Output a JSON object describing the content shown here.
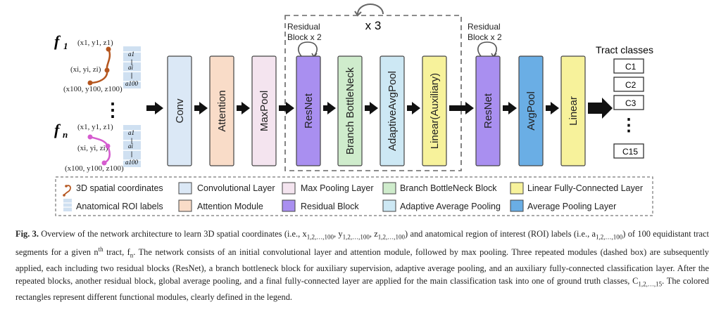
{
  "colors": {
    "conv": "#dbe8f6",
    "attention": "#f9dcc8",
    "maxpool": "#f4e4ef",
    "resnet": "#a98ff0",
    "bottleneck": "#cfeccc",
    "adaptive": "#cde8f4",
    "linear": "#f7f29b",
    "avgpool": "#6aaee5",
    "tract_f1": "#b5561f",
    "tract_fn": "#d55ccf",
    "roi_label": "#cfe0f1"
  },
  "inputs": {
    "f1_symbol": "f",
    "f1_sub": "1",
    "fn_symbol": "f",
    "fn_sub": "n",
    "coord_first": "(x1, y1, z1)",
    "coord_mid": "(xi, yi, zi)",
    "coord_last": "(x100, y100, z100)",
    "roi_first": "a1",
    "roi_mid": "ai",
    "roi_last": "a100",
    "ellipsis": "⋮"
  },
  "modules": {
    "conv": "Conv",
    "attention": "Attention",
    "maxpool": "MaxPool",
    "resnet_1": "ResNet",
    "bottleneck": "Branch BottleNeck",
    "adaptive": "AdaptiveAvgPool",
    "linear_aux": "Linear(Auxiliary)",
    "resnet_2": "ResNet",
    "avgpool": "AvgPool",
    "linear": "Linear"
  },
  "annotations": {
    "residual_1_line1": "Residual",
    "residual_1_line2": "Block x 2",
    "repeat": "x 3",
    "residual_2_line1": "Residual",
    "residual_2_line2": "Block x 2"
  },
  "tract_classes": {
    "title": "Tract classes",
    "c1": "C1",
    "c2": "C2",
    "c3": "C3",
    "dots": "⋮",
    "c15": "C15"
  },
  "legend": {
    "coords": "3D spatial coordinates",
    "roi": "Anatomical ROI labels",
    "conv": "Convolutional Layer",
    "attention": "Attention Module",
    "maxpool": "Max Pooling Layer",
    "residual": "Residual Block",
    "bottleneck": "Branch BottleNeck Block",
    "adaptive": "Adaptive Average Pooling",
    "linear": "Linear Fully-Connected Layer",
    "avgpool": "Average Pooling Layer"
  },
  "caption": {
    "fig": "Fig. 3.",
    "s1": "Overview of the network architecture to learn 3D spatial coordinates (i.e., x",
    "x_sub": "1,2,…,100",
    "s2": ", y",
    "y_sub": "1,2,…,100",
    "s3": ", z",
    "z_sub": "1,2,…,100",
    "s4": ") and anatomical region of interest (ROI) labels (i.e., a",
    "a_sub": "1,2,…,100",
    "s5": ") of 100 equidistant tract segments for a given n",
    "th_sup": "th",
    "s6": " tract, f",
    "f_sub": "n",
    "s7": ". The network consists of an initial convolutional layer and attention module, followed by max pooling. Three repeated modules (dashed box) are subsequently applied, each including two residual blocks (ResNet), a branch bottleneck block for auxiliary supervision, adaptive average pooling, and an auxiliary fully-connected classification layer. After the repeated blocks, another residual block, global average pooling, and a final fully-connected layer are applied for the main classification task into one of ground truth classes, C",
    "c_sub": "1,2,…,15",
    "s8": ". The colored rectangles represent different functional modules, clearly defined in the legend."
  }
}
